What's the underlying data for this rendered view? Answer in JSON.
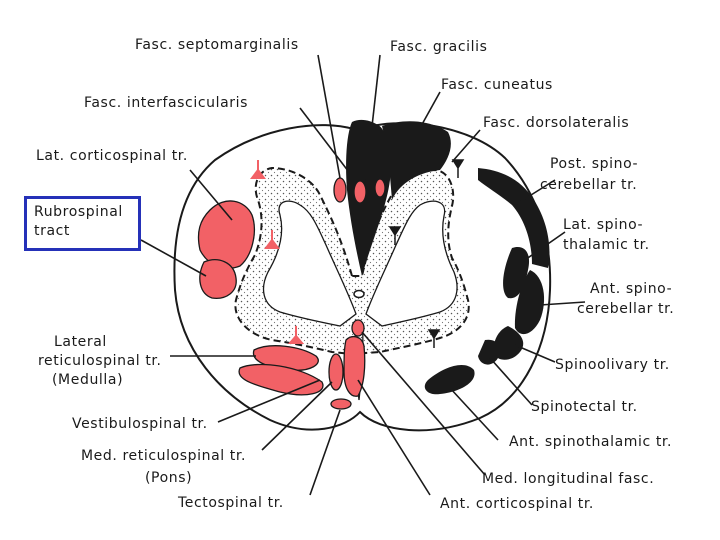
{
  "labels": {
    "fasc_septomarginalis": "Fasc. septomarginalis",
    "fasc_gracilis": "Fasc. gracilis",
    "fasc_cuneatus": "Fasc. cuneatus",
    "fasc_interfascicularis": "Fasc. interfascicularis",
    "fasc_dorsolateralis": "Fasc. dorsolateralis",
    "lat_corticospinal": "Lat. corticospinal tr.",
    "post_spino_1": "Post. spino-",
    "post_spino_2": "cerebellar tr.",
    "lat_spino_1": "Lat. spino-",
    "lat_spino_2": "thalamic tr.",
    "ant_spino_1": "Ant. spino-",
    "ant_spino_2": "cerebellar tr.",
    "lat_reticulo_1": "Lateral",
    "lat_reticulo_2": "reticulospinal tr.",
    "lat_reticulo_3": "(Medulla)",
    "spinoolivary": "Spinoolivary tr.",
    "spinotectal": "Spinotectal tr.",
    "vestibulospinal": "Vestibulospinal tr.",
    "ant_spinothalamic": "Ant. spinothalamic tr.",
    "med_reticulo_1": "Med. reticulospinal tr.",
    "med_reticulo_2": "(Pons)",
    "med_longitudinal": "Med. longitudinal fasc.",
    "tectospinal": "Tectospinal tr.",
    "ant_corticospinal": "Ant. corticospinal tr."
  },
  "highlight": {
    "line1": "Rubrospinal",
    "line2": "tract"
  },
  "colors": {
    "descending_tract": "#f26166",
    "ascending_tract": "#1a1a1a",
    "highlight_border": "#2531b8",
    "outline": "#1a1a1a"
  }
}
